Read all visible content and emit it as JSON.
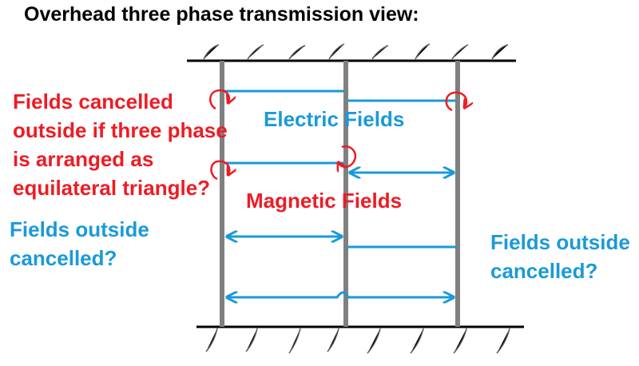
{
  "title": "Overhead three phase transmission view:",
  "labels": {
    "electric_fields": "Electric  Fields",
    "magnetic_fields": "Magnetic Fields",
    "red_question": [
      "Fields cancelled",
      "outside if three phase",
      "is arranged as",
      "equilateral triangle?"
    ],
    "left_question": [
      "Fields outside",
      "cancelled?"
    ],
    "right_question": [
      "Fields outside",
      "cancelled?"
    ]
  },
  "colors": {
    "title": "#000000",
    "red_text": "#ed1c24",
    "blue_text": "#1a9ad8",
    "field_lines": "#1a9ad8",
    "conductors": "#808080",
    "ground": "#000000"
  },
  "icons": {
    "rotation_mark": "curl-arrow-icon"
  }
}
